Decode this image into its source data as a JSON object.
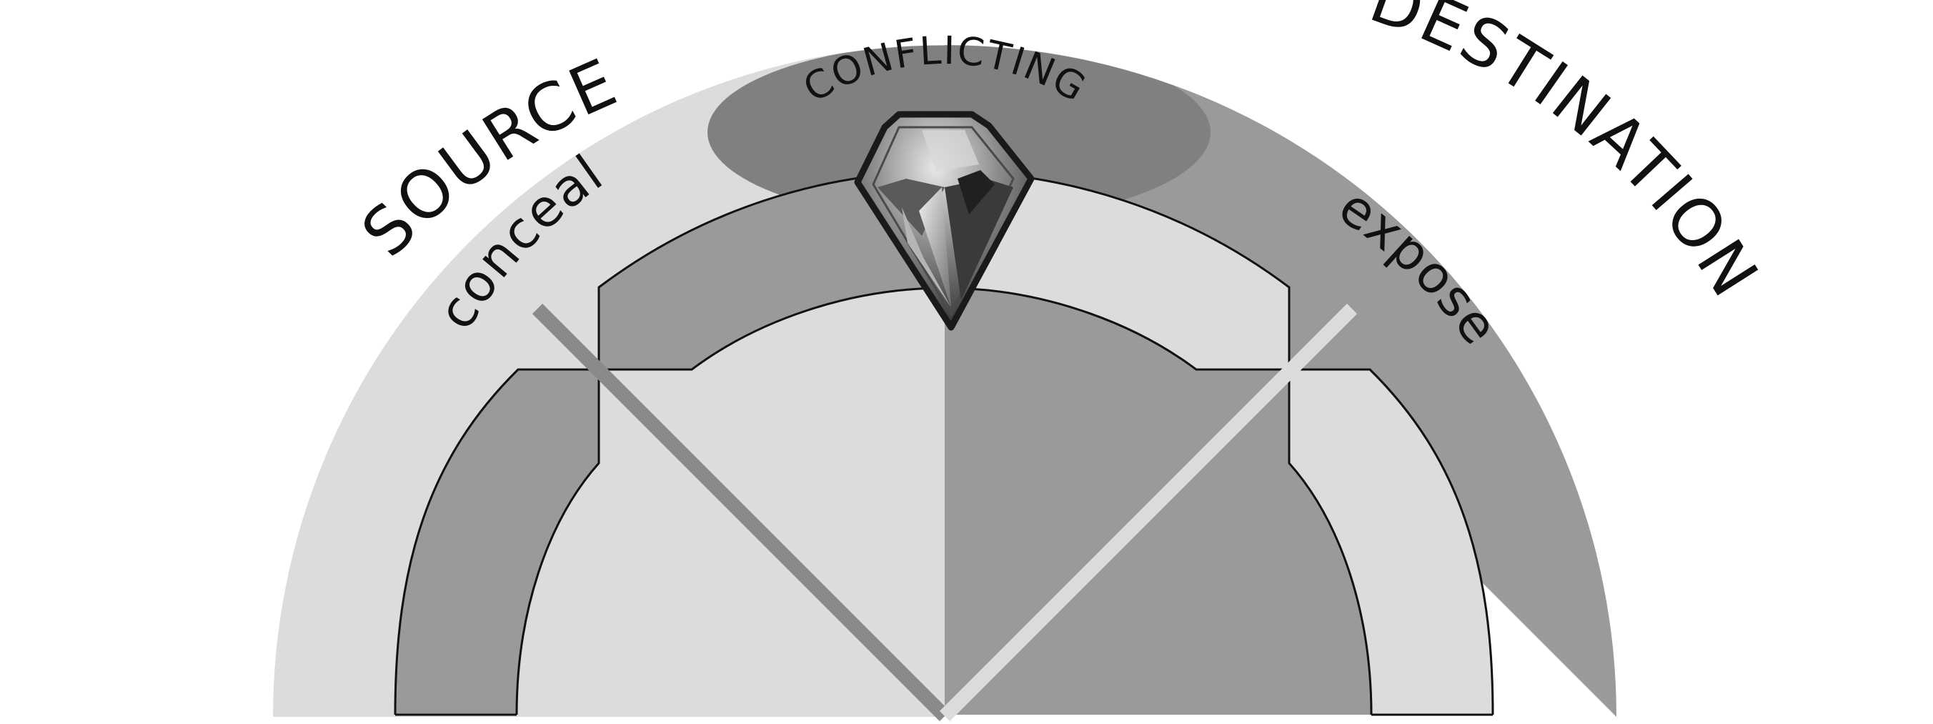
{
  "labels": {
    "source": "SOURCE",
    "destination": "DESTINATION",
    "conflicting": "CONFLICTING",
    "conceal": "conceal",
    "expose": "expose"
  },
  "colors": {
    "light_gray": "#dcdcdc",
    "mid_gray": "#9a9a9a",
    "dark_gray": "#808080",
    "ink": "#111111"
  }
}
